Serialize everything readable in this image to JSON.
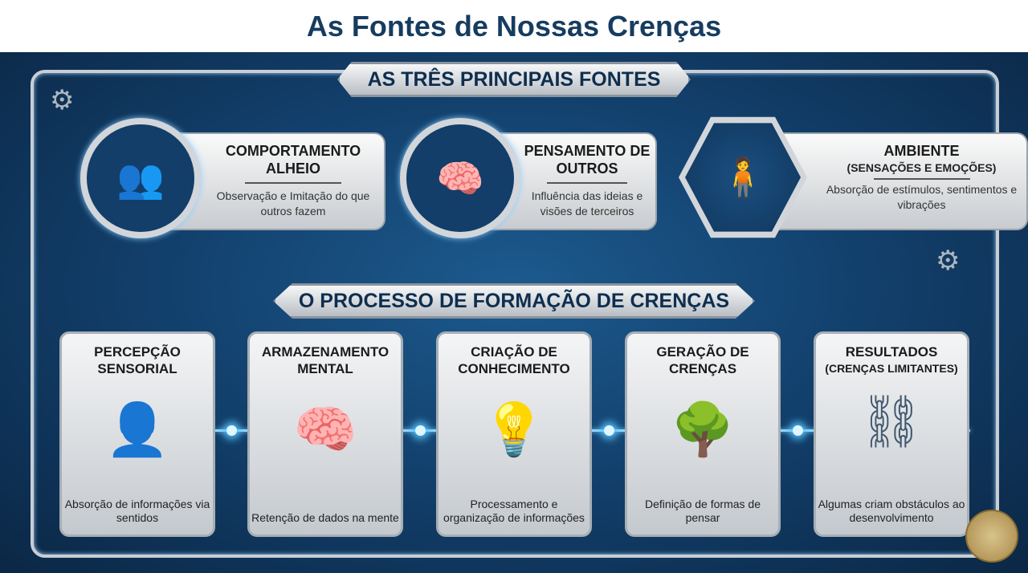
{
  "title": "As Fontes de Nossas Crenças",
  "section1": {
    "banner": "AS TRÊS PRINCIPAIS FONTES",
    "sources": [
      {
        "heading": "COMPORTAMENTO ALHEIO",
        "subheading": "",
        "description": "Observação e Imitação do que outros fazem",
        "icon": "people-mirror-icon"
      },
      {
        "heading": "PENSAMENTO DE OUTROS",
        "subheading": "",
        "description": "Influência das ideias e visões de terceiros",
        "icon": "heads-thought-icon"
      },
      {
        "heading": "AMBIENTE",
        "subheading": "(SENSAÇÕES E EMOÇÕES)",
        "description": "Absorção de estímulos, sentimentos e vibrações",
        "icon": "person-senses-icon"
      }
    ]
  },
  "section2": {
    "banner": "O PROCESSO DE FORMAÇÃO DE CRENÇAS",
    "steps": [
      {
        "heading": "PERCEPÇÃO SENSORIAL",
        "description": "Absorção de informações via sentidos",
        "icon": "senses-head-icon"
      },
      {
        "heading": "ARMAZENAMENTO MENTAL",
        "description": "Retenção de dados na mente",
        "icon": "brain-gears-icon"
      },
      {
        "heading": "CRIAÇÃO DE CONHECIMENTO",
        "description": "Processamento e organização de informações",
        "icon": "lightbulb-books-icon"
      },
      {
        "heading": "GERAÇÃO DE CRENÇAS",
        "description": "Definição de formas de pensar",
        "icon": "tree-roots-icon"
      },
      {
        "heading": "RESULTADOS",
        "subheading": "(CRENÇAS LIMITANTES)",
        "description": "Algumas criam obstáculos ao desenvolvimento",
        "icon": "chained-person-icon"
      }
    ]
  },
  "colors": {
    "title": "#163c60",
    "panel": "#123f6b",
    "glow": "#58c4ff"
  }
}
